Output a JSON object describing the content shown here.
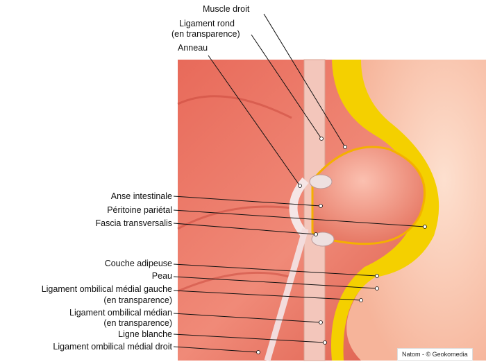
{
  "labels": {
    "muscle_droit": "Muscle droit",
    "ligament_rond": "Ligament rond",
    "ligament_rond_sub": "(en transparence)",
    "anneau": "Anneau",
    "anse_intestinale": "Anse intestinale",
    "peritoine": "Péritoine pariétal",
    "fascia": "Fascia transversalis",
    "couche_adipeuse": "Couche adipeuse",
    "peau": "Peau",
    "lig_med_gauche": "Ligament ombilical médial gauche",
    "lig_med_gauche_sub": "(en transparence)",
    "lig_median": "Ligament ombilical médian",
    "lig_median_sub": "(en transparence)",
    "ligne_blanche": "Ligne blanche",
    "lig_med_droit": "Ligament ombilical médial droit"
  },
  "credit": "Natom - © Geokomedia"
}
